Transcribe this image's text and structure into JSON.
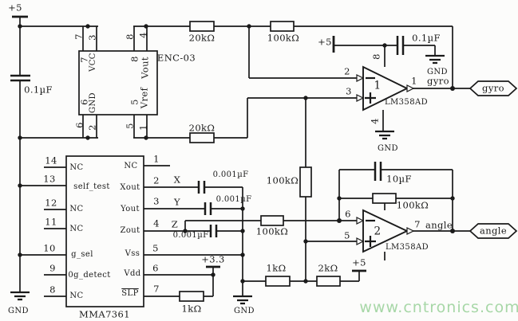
{
  "watermark": "www.cntronics.com",
  "colors": {
    "ink": "#1a1a1a",
    "paper": "#fcfcfb",
    "watermark": "#a7d7a7"
  },
  "power": {
    "vcc_main": "+5",
    "vcc_opamp1": "+5",
    "vcc_33": "+3.3",
    "vcc_divider": "+5"
  },
  "grounds": {
    "left": "GND",
    "mid": "GND",
    "opamp1": "GND",
    "opamp1_cap": "GND"
  },
  "enc03": {
    "name": "ENC-03",
    "inner": {
      "p7": "7",
      "vcc": "VCC",
      "p8": "8",
      "vout": "Vout",
      "p6": "6",
      "gnd": "GND",
      "p5": "5",
      "vref": "Vref"
    },
    "outer": {
      "tl1": "7",
      "tl2": "3",
      "tr1": "8",
      "tr2": "4",
      "bl1": "6",
      "bl2": "2",
      "br1": "5",
      "br2": "1"
    }
  },
  "mma7361": {
    "name": "MMA7361",
    "left_pins": [
      {
        "num": "14",
        "label": "NC"
      },
      {
        "num": "13",
        "label": "self_test"
      },
      {
        "num": "12",
        "label": "NC"
      },
      {
        "num": "11",
        "label": "NC"
      },
      {
        "num": "10",
        "label": "g_sel"
      },
      {
        "num": "9",
        "label": "0g_detect"
      },
      {
        "num": "8",
        "label": "NC"
      }
    ],
    "right_pins": [
      {
        "num": "1",
        "label": "NC"
      },
      {
        "num": "2",
        "label": "Xout"
      },
      {
        "num": "3",
        "label": "Yout"
      },
      {
        "num": "4",
        "label": "Zout"
      },
      {
        "num": "5",
        "label": "Vss"
      },
      {
        "num": "6",
        "label": "Vdd"
      },
      {
        "num": "7",
        "label": "SLP"
      }
    ]
  },
  "signals": {
    "x": "X",
    "y": "Y",
    "z": "Z"
  },
  "resistors": {
    "r_gyro_in": "20kΩ",
    "r_gyro_ref": "20kΩ",
    "r_gyro_fb": "100kΩ",
    "r_bias": "100kΩ",
    "r_z_in": "100kΩ",
    "r_angle_fb": "100kΩ",
    "r_slp": "1kΩ",
    "r_div_low": "1kΩ",
    "r_div_high": "2kΩ"
  },
  "capacitors": {
    "c_supply": "0.1µF",
    "c_opamp1": "0.1µF",
    "c_x": "0.001µF",
    "c_y": "0.001µF",
    "c_z": "0.001µF",
    "c_angle_fb": "10µF"
  },
  "opamp1": {
    "designator": "1",
    "part": "LM358AD",
    "pin_inv": "2",
    "pin_noninv": "3",
    "pin_out": "1",
    "pin_vcc": "8",
    "pin_gnd": "4",
    "out_label": "gyro",
    "tag": "gyro"
  },
  "opamp2": {
    "designator": "2",
    "part": "LM358AD",
    "pin_inv": "6",
    "pin_noninv": "5",
    "pin_out": "7",
    "out_label": "angle",
    "tag": "angle"
  }
}
